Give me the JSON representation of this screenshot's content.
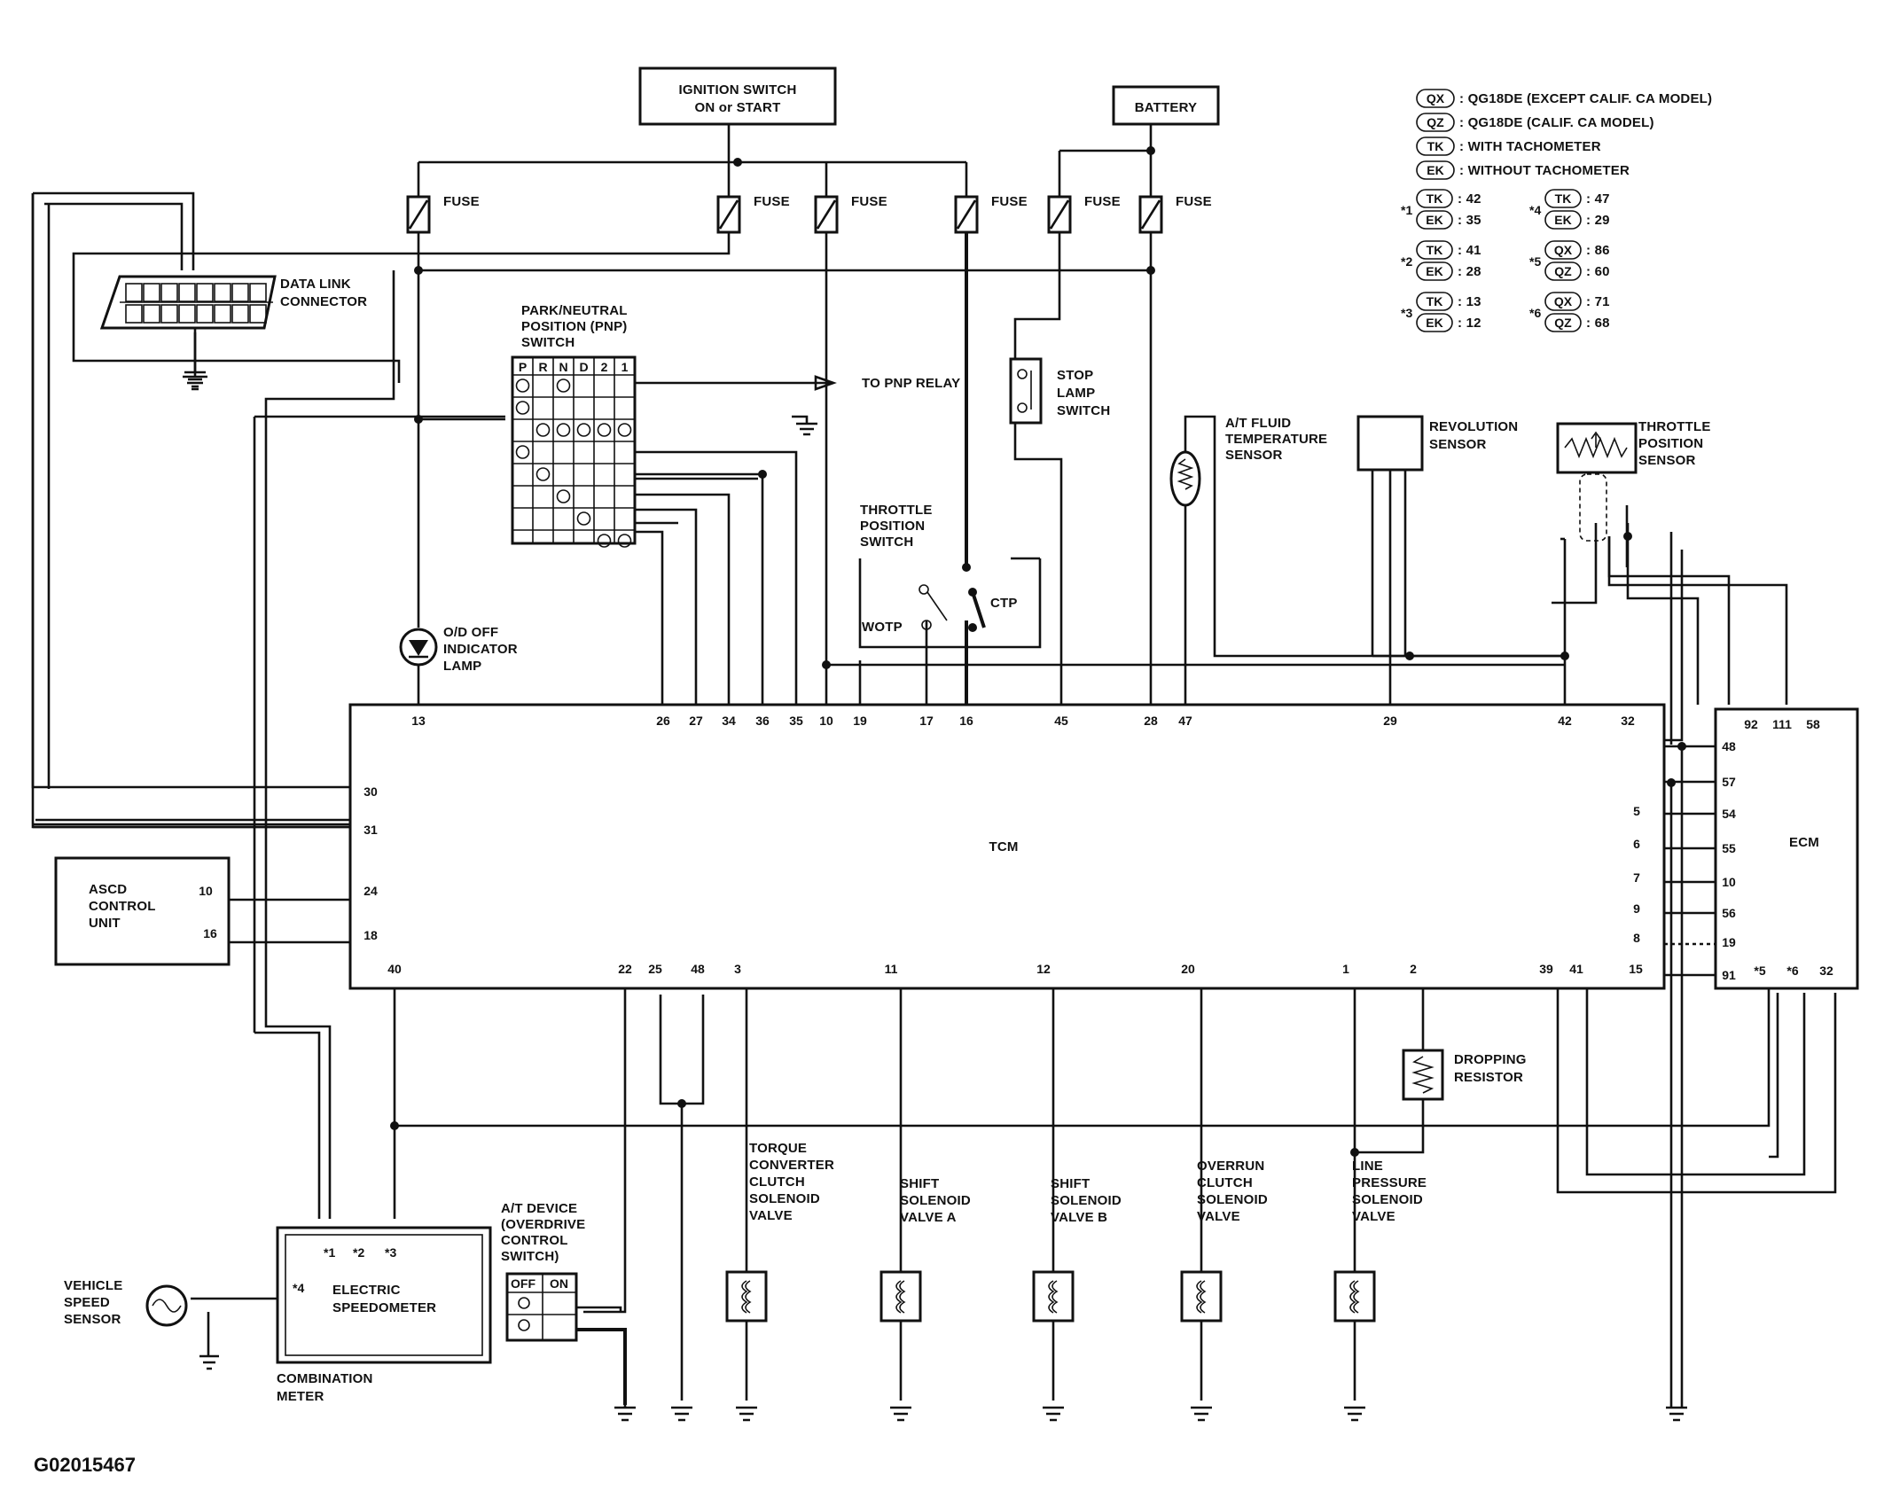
{
  "components": {
    "ignition": "IGNITION SWITCH|ON or START",
    "battery": "BATTERY",
    "fuse": "FUSE",
    "dlc": "DATA LINK|CONNECTOR",
    "pnp": "PARK/NEUTRAL|POSITION (PNP)|SWITCH",
    "pnp_cols": [
      "P",
      "R",
      "N",
      "D",
      "2",
      "1"
    ],
    "to_pnp_relay": "TO PNP RELAY",
    "stop_lamp": "STOP|LAMP|SWITCH",
    "atf_sensor": "A/T FLUID|TEMPERATURE|SENSOR",
    "rev_sensor": "REVOLUTION|SENSOR",
    "tps_sensor": "THROTTLE|POSITION|SENSOR",
    "tp_switch": "THROTTLE|POSITION|SWITCH",
    "wotp": "WOTP",
    "ctp": "CTP",
    "od_lamp": "O/D OFF|INDICATOR|LAMP",
    "tcm": "TCM",
    "ecm": "ECM",
    "ascd": "ASCD|CONTROL|UNIT",
    "speedometer": "ELECTRIC|SPEEDOMETER",
    "combination_meter": "COMBINATION|METER",
    "vss": "VEHICLE|SPEED|SENSOR",
    "at_device": "A/T DEVICE|(OVERDRIVE|CONTROL|SWITCH)",
    "off": "OFF",
    "on": "ON",
    "tcc_valve": "TORQUE|CONVERTER|CLUTCH|SOLENOID|VALVE",
    "shift_a": "SHIFT|SOLENOID|VALVE A",
    "shift_b": "SHIFT|SOLENOID|VALVE B",
    "overrun": "OVERRUN|CLUTCH|SOLENOID|VALVE",
    "line_pressure": "LINE|PRESSURE|SOLENOID|VALVE",
    "dropping_resistor": "DROPPING|RESISTOR"
  },
  "legend": [
    {
      "code": "QX",
      "text": ": QG18DE (EXCEPT CALIF. CA MODEL)"
    },
    {
      "code": "QZ",
      "text": ": QG18DE (CALIF. CA MODEL)"
    },
    {
      "code": "TK",
      "text": ": WITH TACHOMETER"
    },
    {
      "code": "EK",
      "text": ": WITHOUT TACHOMETER"
    }
  ],
  "notes": [
    {
      "mark": "*1",
      "a": "TK",
      "av": ": 42",
      "b": "EK",
      "bv": ": 35"
    },
    {
      "mark": "*2",
      "a": "TK",
      "av": ": 41",
      "b": "EK",
      "bv": ": 28"
    },
    {
      "mark": "*3",
      "a": "TK",
      "av": ": 13",
      "b": "EK",
      "bv": ": 12"
    },
    {
      "mark": "*4",
      "a": "TK",
      "av": ": 47",
      "b": "EK",
      "bv": ": 29"
    },
    {
      "mark": "*5",
      "a": "QX",
      "av": ": 86",
      "b": "QZ",
      "bv": ": 60"
    },
    {
      "mark": "*6",
      "a": "QX",
      "av": ": 71",
      "b": "QZ",
      "bv": ": 68"
    }
  ],
  "tcm_pins": {
    "top": [
      "13",
      "26",
      "27",
      "34",
      "36",
      "35",
      "10",
      "19",
      "17",
      "16",
      "45",
      "28",
      "47",
      "29",
      "42",
      "32"
    ],
    "left": [
      "30",
      "31",
      "24",
      "18"
    ],
    "bottom": [
      "40",
      "22",
      "25",
      "48",
      "3",
      "11",
      "12",
      "20",
      "1",
      "2",
      "39",
      "41",
      "15"
    ],
    "right": [
      "5",
      "6",
      "7",
      "9",
      "8"
    ]
  },
  "ecm_pins": {
    "top": [
      "92",
      "111",
      "58"
    ],
    "left": [
      "48",
      "57",
      "54",
      "55",
      "10",
      "56",
      "19",
      "91"
    ],
    "bottom": [
      "*5",
      "*6",
      "32"
    ]
  },
  "ascd_pins": [
    "10",
    "16"
  ],
  "speedo_pins": [
    "*1",
    "*2",
    "*3",
    "*4"
  ],
  "figure_id": "G02015467"
}
